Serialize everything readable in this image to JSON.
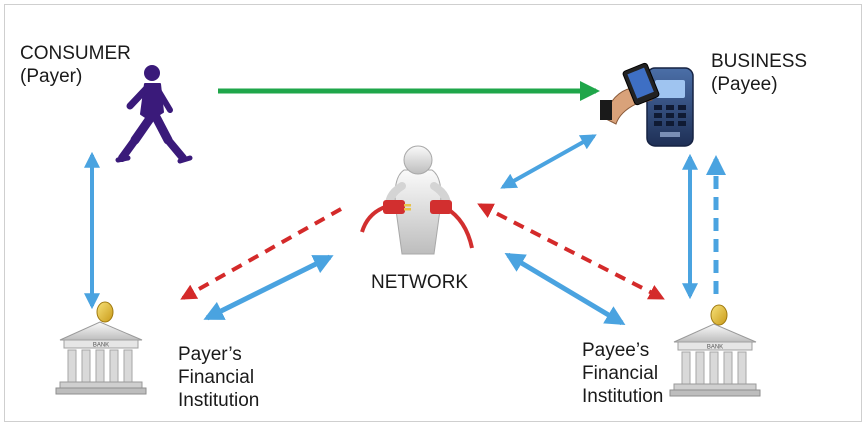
{
  "nodes": {
    "consumer": {
      "title": "CONSUMER",
      "role": "(Payer)",
      "icon": "walking-person-icon"
    },
    "business": {
      "title": "BUSINESS",
      "role": "(Payee)",
      "icon": "card-terminal-icon"
    },
    "network": {
      "title": "NETWORK",
      "icon": "figure-connecting-plugs-icon"
    },
    "payer_fi": {
      "lines": [
        "Payer’s",
        "Financial",
        "Institution"
      ],
      "icon": "bank-icon"
    },
    "payee_fi": {
      "lines": [
        "Payee’s",
        "Financial",
        "Institution"
      ],
      "icon": "bank-icon"
    }
  },
  "colors": {
    "green_arrow": "#1fa64a",
    "blue_arrow": "#4aa3e0",
    "red_arrow": "#d42a2a",
    "person": "#3a1a7a"
  }
}
